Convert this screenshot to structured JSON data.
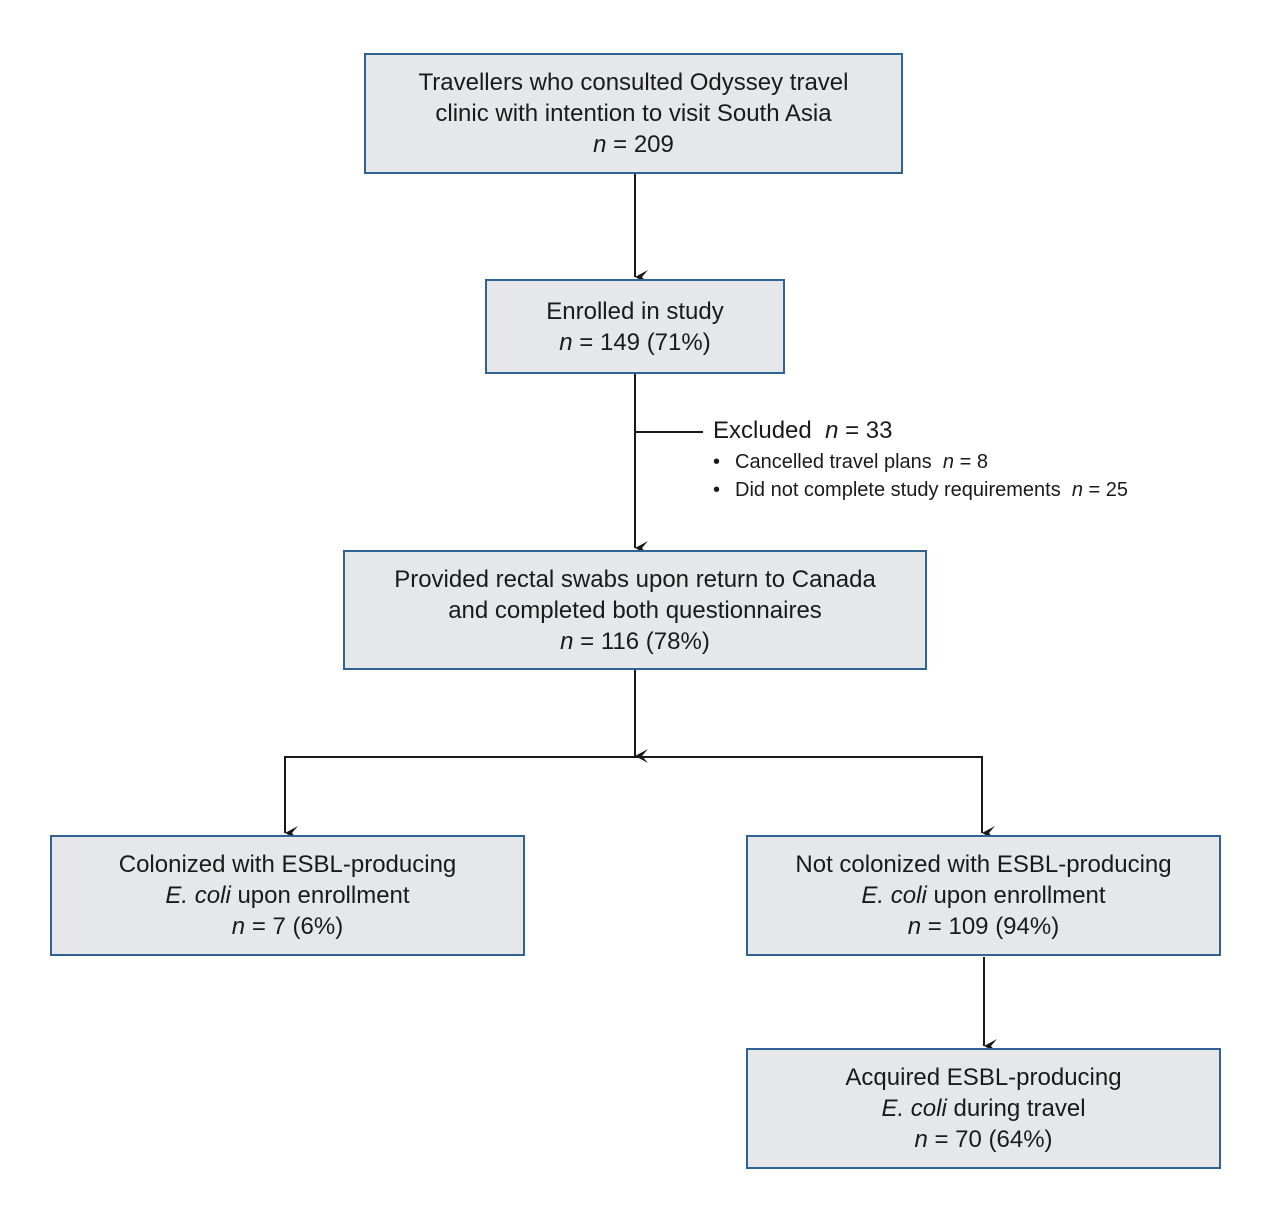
{
  "colors": {
    "box_fill": "#e6e7e8",
    "box_border": "#2f6394",
    "line": "#1a1a1a"
  },
  "nodes": {
    "travellers": {
      "line1": "Travellers who consulted Odyssey travel",
      "line2": "clinic with intention to visit South Asia",
      "n_symbol": "n",
      "n_value": " = 209"
    },
    "enrolled": {
      "line1": "Enrolled in study",
      "n_symbol": "n",
      "n_value": " = 149 (71%)"
    },
    "provided": {
      "line1": "Provided rectal swabs upon return to Canada",
      "line2": "and completed both questionnaires",
      "n_symbol": "n",
      "n_value": " = 116 (78%)"
    },
    "colonized": {
      "line1": "Colonized with ESBL-producing",
      "line2_italic": "E. coli",
      "line2_rest": " upon enrollment",
      "n_symbol": "n",
      "n_value": " = 7 (6%)"
    },
    "not_colonized": {
      "line1": "Not colonized with ESBL-producing",
      "line2_italic": "E. coli",
      "line2_rest": " upon enrollment",
      "n_symbol": "n",
      "n_value": " = 109 (94%)"
    },
    "acquired": {
      "line1": "Acquired ESBL-producing",
      "line2_italic": "E. coli",
      "line2_rest": " during travel",
      "n_symbol": "n",
      "n_value": " = 70 (64%)"
    }
  },
  "excluded": {
    "label": "Excluded",
    "n_symbol": "n",
    "n_value": " = 33",
    "bullet": "•",
    "items": [
      {
        "text": "Cancelled travel plans",
        "n_symbol": "n",
        "n_value": " = 8"
      },
      {
        "text": "Did not complete study requirements",
        "n_symbol": "n",
        "n_value": " = 25"
      }
    ]
  }
}
